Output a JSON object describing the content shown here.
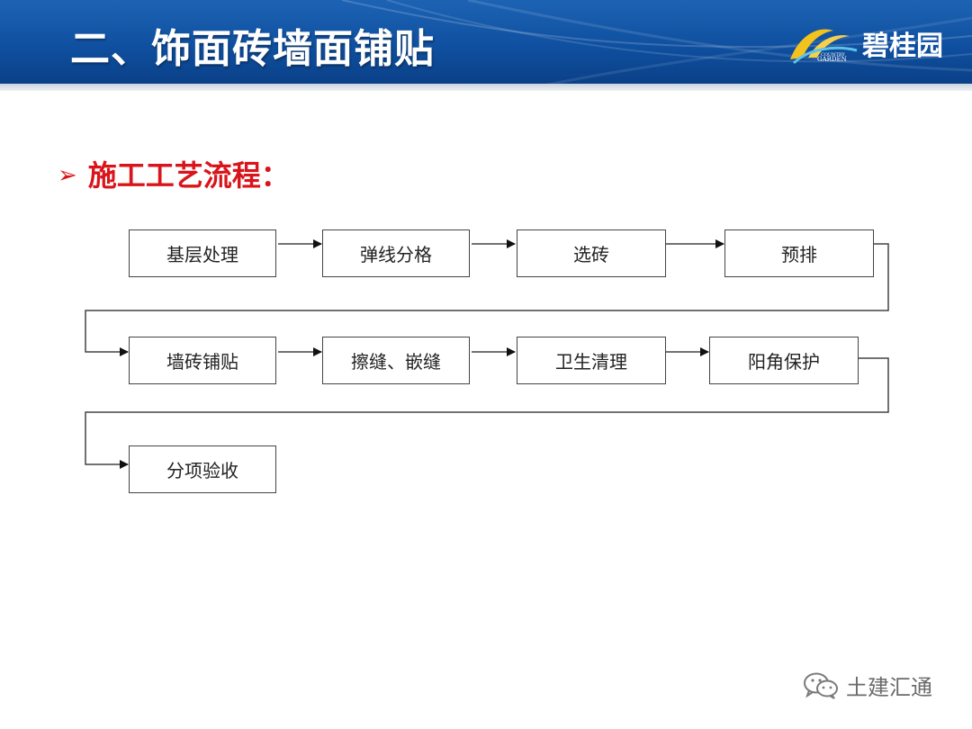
{
  "header": {
    "title": "二、饰面砖墙面铺贴",
    "logo_text": "碧桂园",
    "logo_sub_top": "COUNTRY",
    "logo_sub": "GARDEN"
  },
  "section": {
    "bullet": "➢",
    "heading": "施工工艺流程："
  },
  "flow": {
    "steps": [
      "基层处理",
      "弹线分格",
      "选砖",
      "预排",
      "墙砖铺贴",
      "擦缝、嵌缝",
      "卫生清理",
      "阳角保护",
      "分项验收"
    ]
  },
  "watermark": {
    "text": "土建汇通",
    "icon": "wechat-icon"
  },
  "colors": {
    "header_blue": "#0f4f9f",
    "heading_red": "#d9141b",
    "box_border": "#444444"
  }
}
